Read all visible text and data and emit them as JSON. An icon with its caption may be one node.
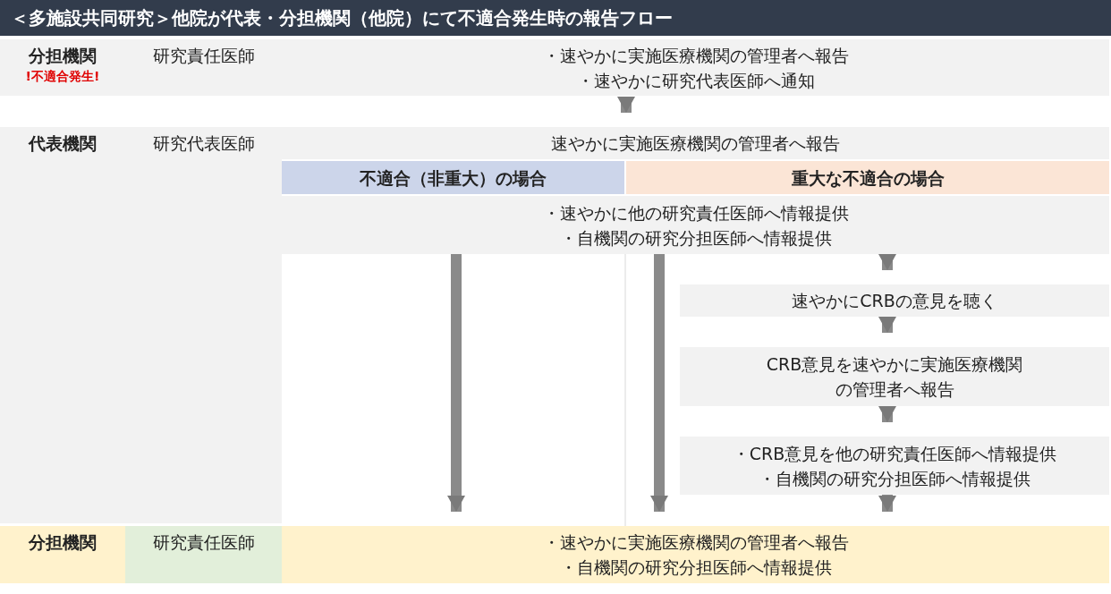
{
  "diagram": {
    "title": "＜多施設共同研究＞他院が代表・分担機関（他院）にて不適合発生時の報告フロー",
    "nodes": [
      {
        "text": [
          "分担機関",
          "!不適合発生!"
        ]
      },
      {
        "text": [
          "研究責任医師"
        ]
      },
      {
        "text": [
          "・速やかに実施医療機関の管理者へ報告",
          "・速やかに研究代表医師へ通知"
        ]
      },
      {
        "text": [
          "代表機関"
        ]
      },
      {
        "text": [
          "研究代表医師"
        ]
      },
      {
        "text": [
          "速やかに実施医療機関の管理者へ報告"
        ]
      },
      {
        "text": [
          "不適合（非重大）の場合"
        ]
      },
      {
        "text": [
          "重大な不適合の場合"
        ]
      },
      {
        "text": [
          "・速やかに他の研究責任医師へ情報提供",
          "・自機関の研究分担医師へ情報提供"
        ]
      },
      {
        "text": [
          "速やかにCRBの意見を聴く"
        ]
      },
      {
        "text": [
          "CRB意見を速やかに実施医療機関の管理者へ報告"
        ]
      },
      {
        "text": [
          "・CRB意見を他の研究責任医師へ情報提供",
          "・自機関の研究分担医師へ情報提供"
        ]
      },
      {
        "text": [
          "分担機関"
        ]
      },
      {
        "text": [
          "研究責任医師"
        ]
      },
      {
        "text": [
          "・速やかに実施医療機関の管理者へ報告",
          "・自機関の研究分担医師へ情報提供"
        ]
      }
    ],
    "edges": [
      {
        "from": 2,
        "to": 5,
        "arrow": "to"
      },
      {
        "from": 8,
        "to": 14,
        "arrow": "to"
      },
      {
        "from": 8,
        "to": 14,
        "arrow": "to"
      },
      {
        "from": 8,
        "to": 9,
        "arrow": "to"
      },
      {
        "from": 9,
        "to": 10,
        "arrow": "to"
      },
      {
        "from": 10,
        "to": 11,
        "arrow": "to"
      },
      {
        "from": 11,
        "to": 14,
        "arrow": "to"
      }
    ]
  }
}
